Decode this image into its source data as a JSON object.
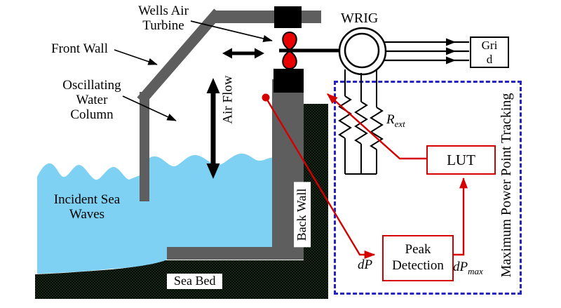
{
  "labels": {
    "wells_air_turbine": "Wells Air Turbine",
    "front_wall": "Front Wall",
    "oscillating_water_column": "Oscillating Water Column",
    "air_flow": "Air Flow",
    "incident_sea_waves": "Incident Sea Waves",
    "sea_bed": "Sea Bed",
    "back_wall": "Back Wall",
    "wrig": "WRIG",
    "grid": "Grid",
    "lut": "LUT",
    "peak_detection": "Peak Detection",
    "mppt": "Maximum Power Point Tracking",
    "r_ext_base": "R",
    "r_ext_sub": "ext",
    "dp": "dP",
    "dp_max_base": "dP",
    "dp_max_sub": "max"
  },
  "colors": {
    "wall_gray": "#5e5e5e",
    "water_blue": "#7ed1f2",
    "seabed_dark": "#060b06",
    "accent_red": "#d40000",
    "rotor_red": "#e80000",
    "mppt_border_blue": "#2423c0",
    "text_black": "#000000"
  }
}
